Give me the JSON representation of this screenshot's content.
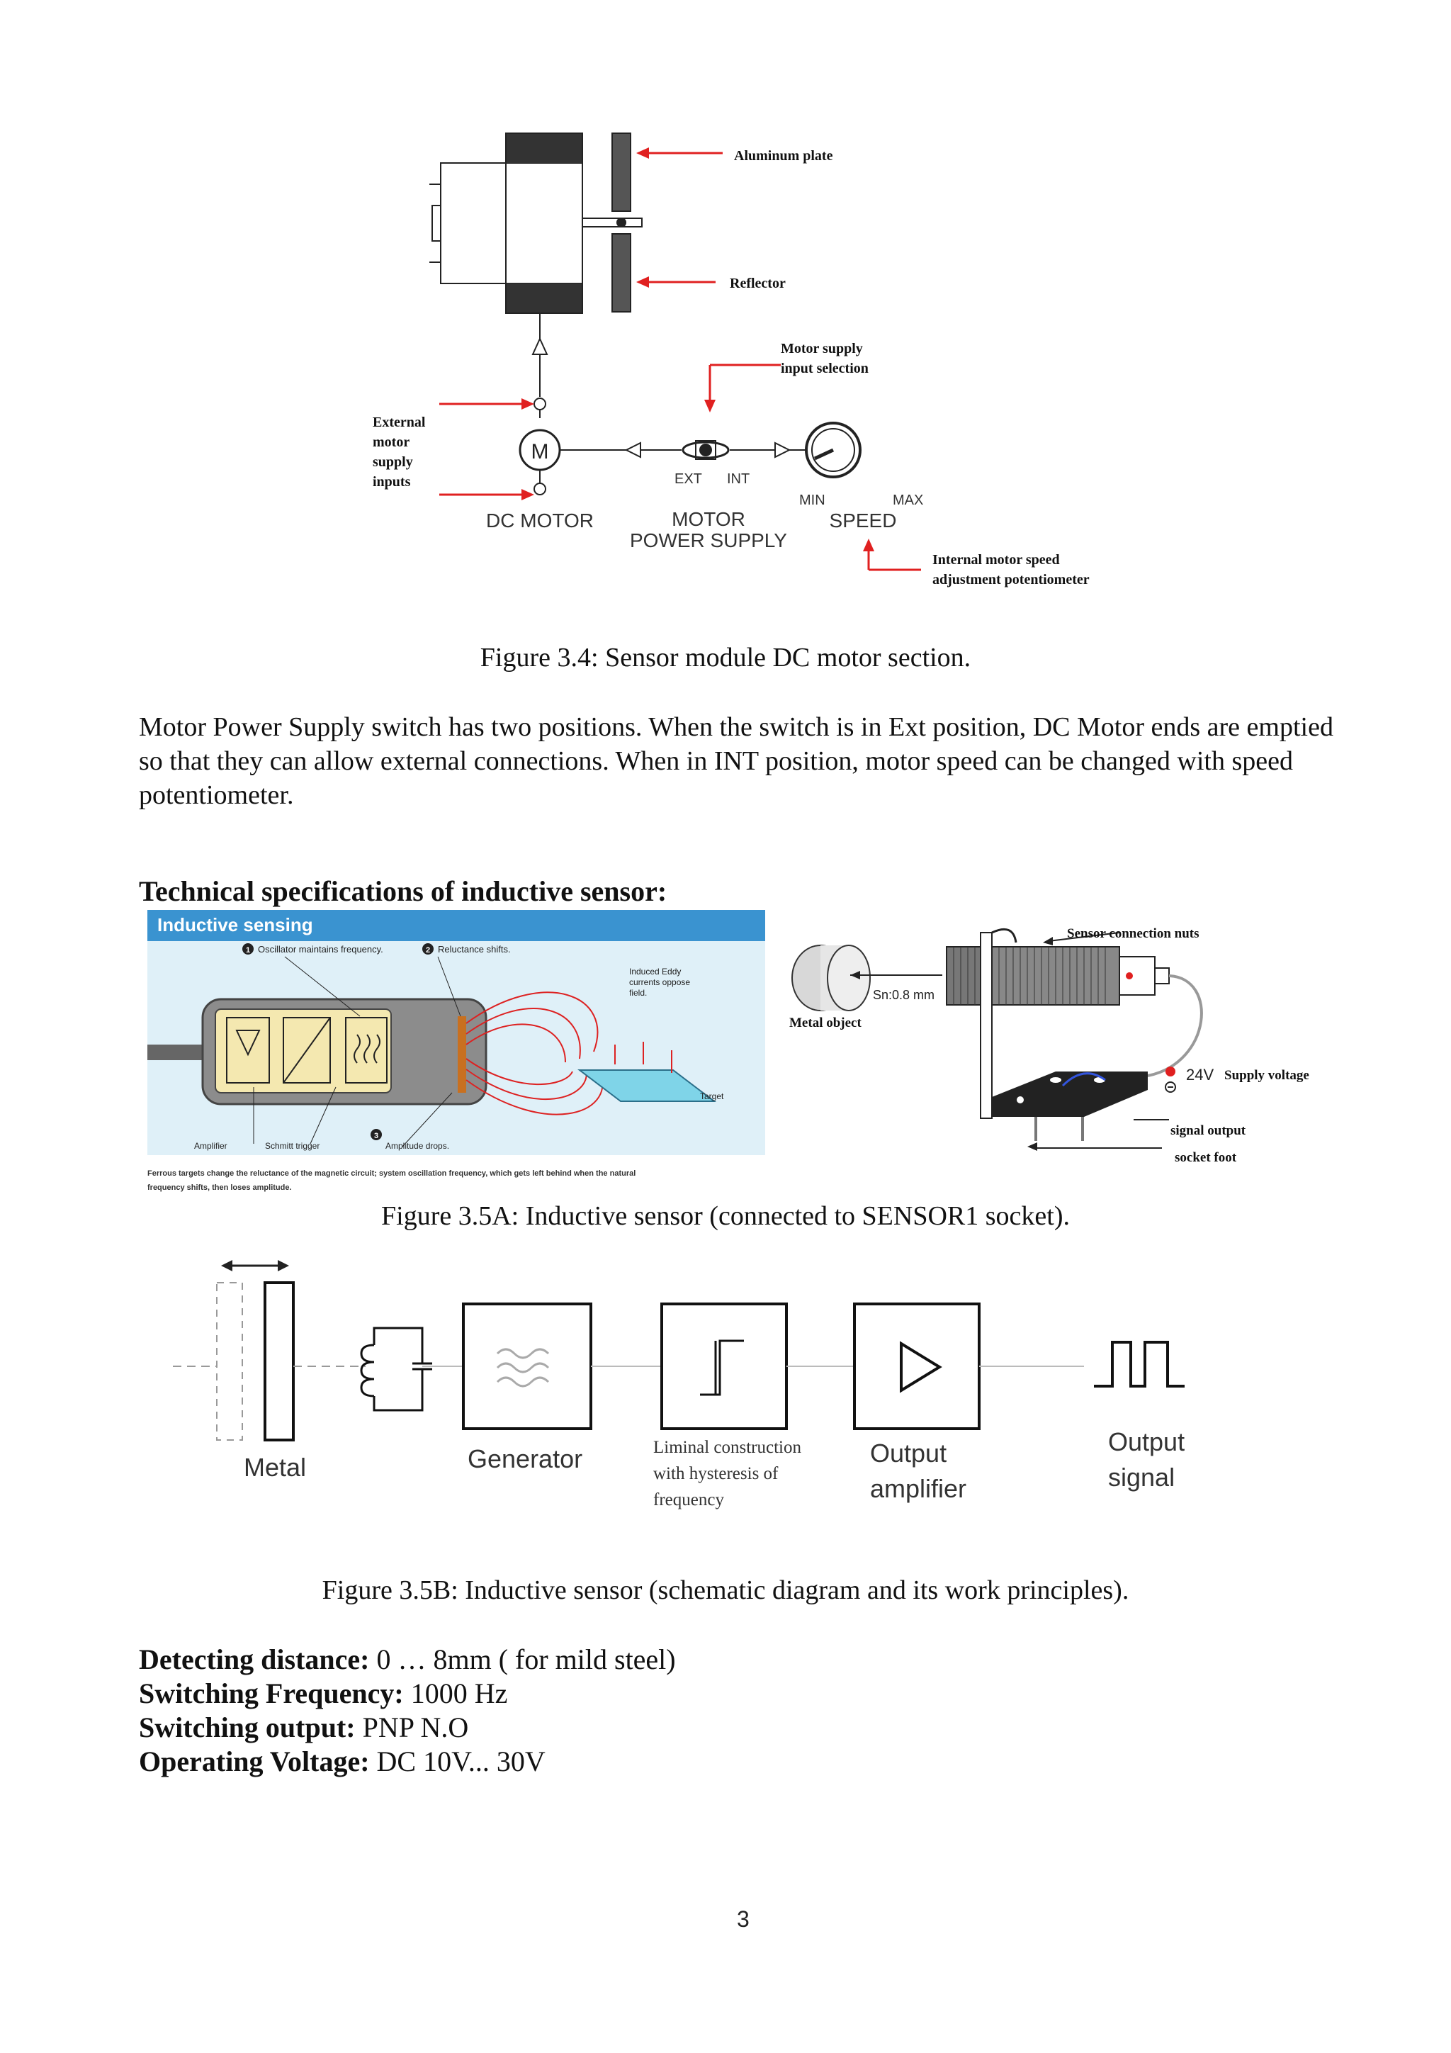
{
  "fig34": {
    "aluminum_plate": "Aluminum plate",
    "reflector": "Reflector",
    "motor_supply_selection": [
      "Motor supply",
      "input selection"
    ],
    "external_motor_inputs": [
      "External",
      "motor",
      "supply",
      "inputs"
    ],
    "motor_letter": "M",
    "ext": "EXT",
    "int": "INT",
    "min": "MIN",
    "max": "MAX",
    "dc_motor": "DC MOTOR",
    "motor_power_supply": [
      "MOTOR",
      "POWER SUPPLY"
    ],
    "speed": "SPEED",
    "internal_pot": [
      "Internal motor speed",
      "adjustment potentiometer"
    ],
    "caption": "Figure 3.4: Sensor module DC motor section."
  },
  "paragraph": "Motor Power Supply switch has two positions. When the switch is in Ext position, DC Motor ends are emptied so that they can allow external connections. When in INT position, motor speed can be changed with speed potentiometer.",
  "tech_heading": "Technical specifications of inductive sensor:",
  "fig35a": {
    "panel_title": "Inductive sensing",
    "oscillator": "Oscillator maintains frequency.",
    "reluctance": "Reluctance shifts.",
    "eddy": [
      "Induced Eddy",
      "currents oppose",
      "field."
    ],
    "target": "Target",
    "amplifier": "Amplifier",
    "schmitt": "Schmitt trigger",
    "amplitude": "Amplitude drops.",
    "footnote": [
      "Ferrous targets change the reluctance of the magnetic circuit; system oscillation frequency, which gets left behind when the natural",
      "frequency shifts, then loses amplitude."
    ],
    "num1": "1",
    "num2": "2",
    "num3": "3",
    "sensor_nuts": "Sensor connection nuts",
    "sn": "Sn:0.8 mm",
    "metal_object": "Metal object",
    "v24": "24V",
    "supply_voltage": "Supply voltage",
    "signal_output": "signal output",
    "socket_foot": "socket foot",
    "caption": "Figure 3.5A: Inductive sensor (connected to SENSOR1 socket)."
  },
  "fig35b": {
    "metal": "Metal",
    "generator": "Generator",
    "liminal": [
      "Liminal construction",
      "with hysteresis of",
      "frequency"
    ],
    "output_amplifier": [
      "Output",
      "amplifier"
    ],
    "output_signal": [
      "Output",
      "signal"
    ],
    "caption": "Figure 3.5B: Inductive sensor (schematic diagram and its work principles)."
  },
  "specs": [
    {
      "label": "Detecting distance:",
      "value": " 0 … 8mm ( for mild steel)"
    },
    {
      "label": "Switching Frequency:",
      "value": " 1000 Hz"
    },
    {
      "label": "Switching output:",
      "value": " PNP N.O"
    },
    {
      "label": "Operating Voltage:",
      "value": " DC 10V... 30V"
    }
  ],
  "page_number": "3",
  "colors": {
    "red": "#e02020",
    "panel_blue": "#3a93d0",
    "panel_bg": "#dff0f8"
  }
}
